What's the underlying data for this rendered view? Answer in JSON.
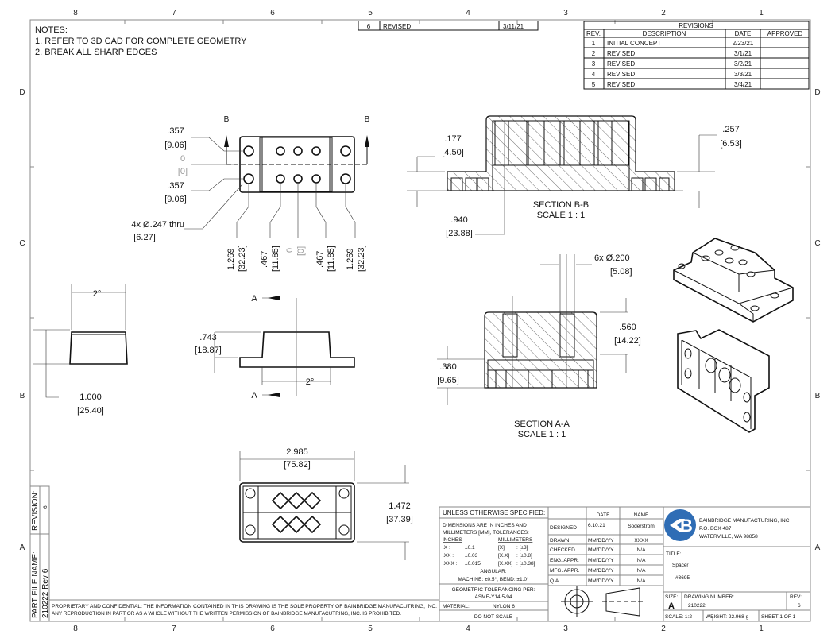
{
  "zones": {
    "columns": [
      "8",
      "7",
      "6",
      "5",
      "4",
      "3",
      "2",
      "1"
    ],
    "rows": [
      "D",
      "C",
      "B",
      "A"
    ]
  },
  "notes": {
    "title": "NOTES:",
    "items": [
      "1.  REFER TO 3D CAD FOR COMPLETE GEOMETRY",
      "2.  BREAK ALL SHARP EDGES"
    ]
  },
  "revision_extra": {
    "rev": "6",
    "description": "REVISED",
    "date": "3/11/21"
  },
  "revisions": {
    "title": "REVISIONS",
    "headers": [
      "REV.",
      "DESCRIPTION",
      "DATE",
      "APPROVED"
    ],
    "rows": [
      {
        "rev": "1",
        "description": "INITIAL CONCEPT",
        "date": "2/23/21",
        "approved": ""
      },
      {
        "rev": "2",
        "description": "REVISED",
        "date": "3/1/21",
        "approved": ""
      },
      {
        "rev": "3",
        "description": "REVISED",
        "date": "3/2/21",
        "approved": ""
      },
      {
        "rev": "4",
        "description": "REVISED",
        "date": "3/3/21",
        "approved": ""
      },
      {
        "rev": "5",
        "description": "REVISED",
        "date": "3/4/21",
        "approved": ""
      }
    ]
  },
  "top_view": {
    "section_label": "B",
    "dim_top": ".357",
    "dim_top_mm": "[9.06]",
    "zero": "0",
    "zero_mm": "[0]",
    "dim_bottom": ".357",
    "dim_bottom_mm": "[9.06]",
    "hole_callout": "4x Ø.247 thru",
    "hole_callout_mm": "[6.27]",
    "x_dims": [
      "1.269",
      "[32.23]",
      ".467",
      "[11.85]",
      "0",
      "[0]",
      ".467",
      "[11.85]",
      "1.269",
      "[32.23]"
    ]
  },
  "section_bb": {
    "dim_left": ".177",
    "dim_left_mm": "[4.50]",
    "dim_right": ".257",
    "dim_right_mm": "[6.53]",
    "dim_height": ".940",
    "dim_height_mm": "[23.88]",
    "title": "SECTION B-B",
    "scale": "SCALE 1 : 1"
  },
  "front_view": {
    "angle": "2°",
    "dim": "1.000",
    "dim_mm": "[25.40]"
  },
  "side_view": {
    "section_label": "A",
    "dim": ".743",
    "dim_mm": "[18.87]",
    "angle": "2°"
  },
  "section_aa": {
    "hole_callout": "6x Ø.200",
    "hole_callout_mm": "[5.08]",
    "dim_right": ".560",
    "dim_right_mm": "[14.22]",
    "dim_left": ".380",
    "dim_left_mm": "[9.65]",
    "title": "SECTION A-A",
    "scale": "SCALE 1 : 1"
  },
  "bottom_view": {
    "width": "2.985",
    "width_mm": "[75.82]",
    "height": "1.472",
    "height_mm": "[37.39]"
  },
  "side_strip": {
    "revision_label": "REVISION:",
    "revision_value": "6",
    "part_file_label": "PART FILE NAME:",
    "part_file_value": "210222 Rev 6"
  },
  "proprietary": [
    "PROPRIETARY AND CONFIDENTIAL: THE INFORMATION CONTAINED IN THIS DRAWING IS THE SOLE PROPERTY OF BAINBRIDGE MANUFACUTRING, INC.",
    "ANY REPRODUCTION IN PART OR AS A WHOLE WITHOUT THE WRITTEN PERMISSION OF BAINBRIDGE MANUFACUTRING, INC. IS PROHIBITED."
  ],
  "title_block": {
    "unless": "UNLESS OTHERWISE SPECIFIED:",
    "dims_line1": "DIMENSIONS ARE IN INCHES AND",
    "dims_line2": "MILLIMETERS [MM], TOLERANCES:",
    "inches_label": "INCHES",
    "mm_label": "MILLIMETERS",
    "tolerances": [
      {
        "in": ".X :",
        "in_tol": "±0.1",
        "mm": "[X]",
        "mm_tol": ": [±3]"
      },
      {
        "in": ".XX :",
        "in_tol": "±0.03",
        "mm": "[X.X]",
        "mm_tol": ": [±0.8]"
      },
      {
        "in": ".XXX :",
        "in_tol": "±0.015",
        "mm": "[X.XX]",
        "mm_tol": ": [±0.38]"
      }
    ],
    "angular_label": "ANGULAR:",
    "angular": "MACHINE: ±0.5°, BEND: ±1.0°",
    "geometric_label": "GEOMETRIC TOLERANCING PER:",
    "geometric": "ASME-Y14.5-94",
    "material_label": "MATERIAL:",
    "material": "NYLON 6",
    "do_not_scale": "DO NOT SCALE",
    "date_header": "DATE",
    "name_header": "NAME",
    "approvals": [
      {
        "role": "DESIGNED",
        "date": "6.10.21",
        "name": "Soderstrom"
      },
      {
        "role": "DRAWN",
        "date": "MM/DD/YY",
        "name": "XXXX"
      },
      {
        "role": "CHECKED",
        "date": "MM/DD/YY",
        "name": "N/A"
      },
      {
        "role": "ENG. APPR.",
        "date": "MM/DD/YY",
        "name": "N/A"
      },
      {
        "role": "MFG. APPR.",
        "date": "MM/DD/YY",
        "name": "N/A"
      },
      {
        "role": "Q.A.",
        "date": "MM/DD/YY",
        "name": "N/A"
      }
    ],
    "company": "BAINBRIDGE MANUFACTURING, INC",
    "address1": "P.O. BOX 487",
    "address2": "WATERVILLE, WA 98858",
    "logo_text": "B",
    "title_label": "TITLE:",
    "title": "Spacer",
    "part_number": "#3695",
    "size_label": "SIZE:",
    "size": "A",
    "drawing_number_label": "DRAWING NUMBER:",
    "drawing_number": "210222",
    "rev_label": "REV:",
    "rev": "6",
    "scale": "SCALE: 1:2",
    "weight": "WEIGHT: 22.968 g",
    "sheet": "SHEET 1 OF 1"
  },
  "colors": {
    "logo_blue": "#2f6db5",
    "line": "#111111",
    "border": "#888888"
  }
}
